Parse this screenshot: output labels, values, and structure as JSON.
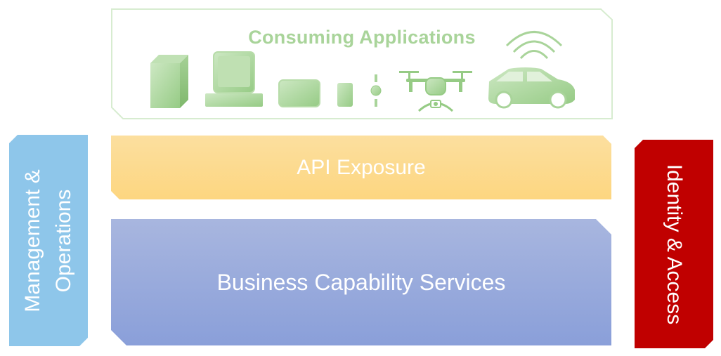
{
  "consuming": {
    "title": "Consuming Applications",
    "icons": [
      "server-icon",
      "desktop-computer-icon",
      "tablet-icon",
      "phone-icon",
      "smartwatch-icon",
      "drone-icon",
      "connected-car-icon"
    ]
  },
  "api_exposure": {
    "label": "API Exposure"
  },
  "business": {
    "label": "Business Capability Services"
  },
  "management": {
    "line1": "Management &",
    "line2": "Operations"
  },
  "identity": {
    "label": "Identity & Access"
  },
  "colors": {
    "green_light": "#d7ecd0",
    "green_icon": "#a9d49a",
    "api_yellow": "#ffd98a",
    "business_blue": "#96a8dc",
    "management_blue": "#8ec6ea",
    "identity_red": "#c00000"
  }
}
